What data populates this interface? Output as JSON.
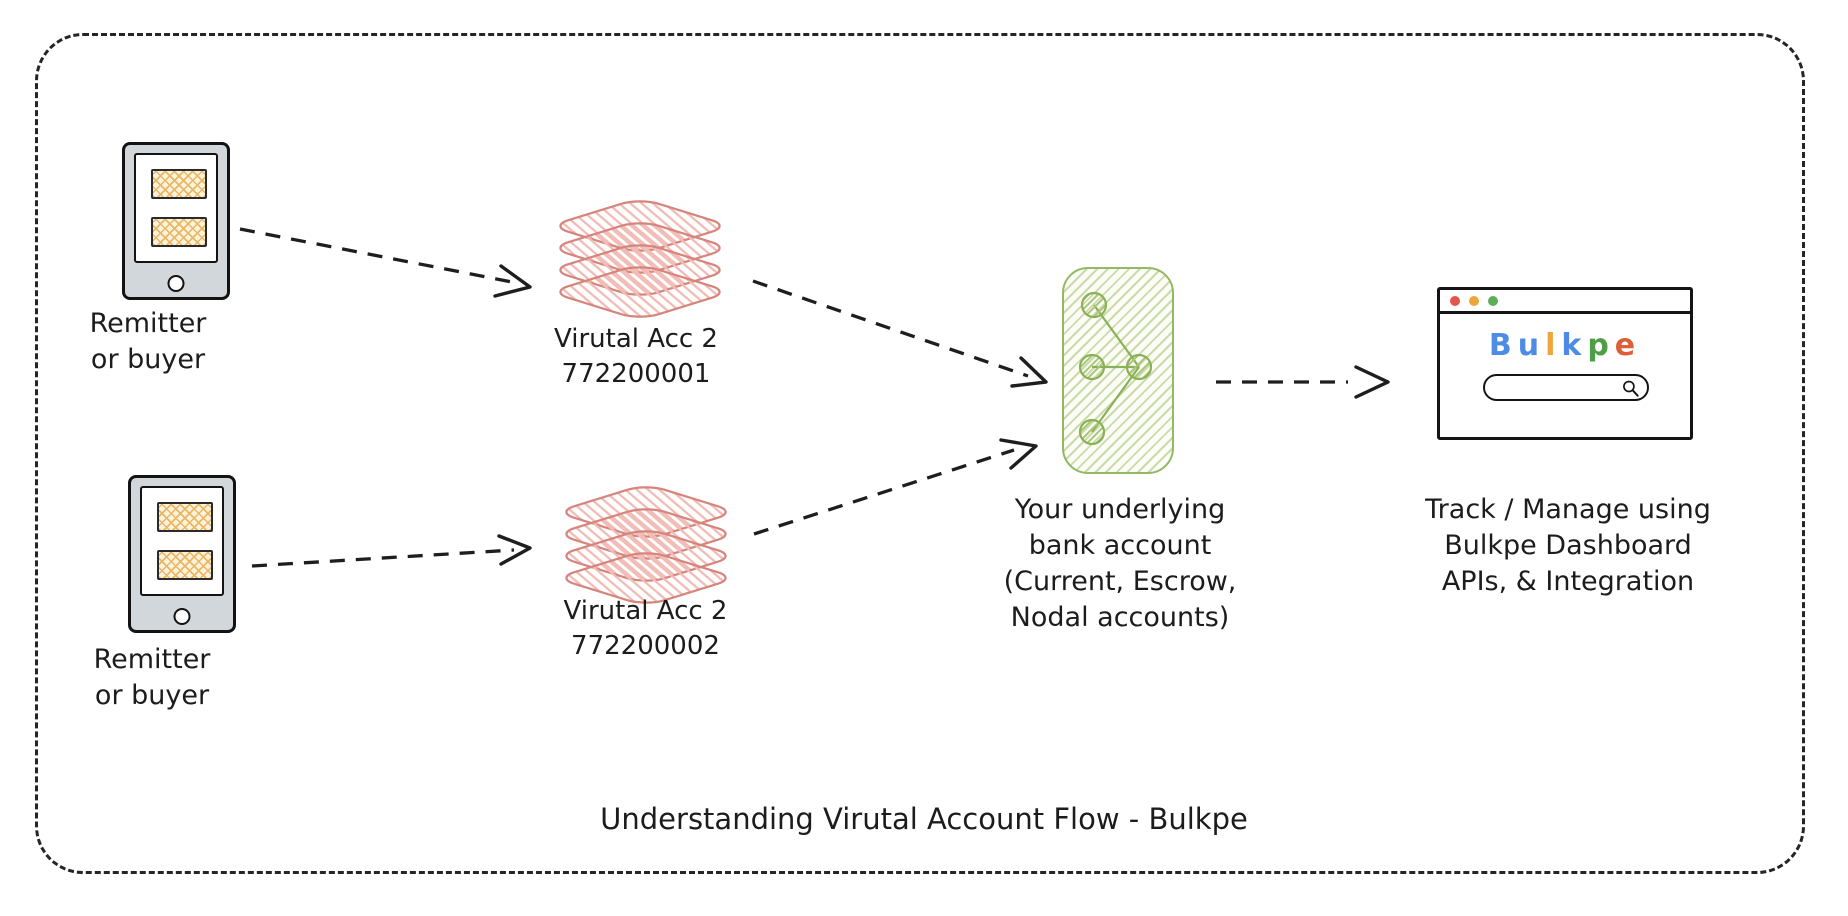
{
  "title": "Understanding Virutal Account Flow - Bulkpe",
  "remitters": [
    {
      "line1": "Remitter",
      "line2": "or buyer"
    },
    {
      "line1": "Remitter",
      "line2": "or buyer"
    }
  ],
  "virtual_accounts": [
    {
      "name": "Virutal Acc 2",
      "number": "772200001"
    },
    {
      "name": "Virutal Acc 2",
      "number": "772200002"
    }
  ],
  "bank_account": {
    "line1": "Your underlying",
    "line2": "bank account",
    "line3": "(Current, Escrow,",
    "line4": "Nodal accounts)"
  },
  "dashboard_caption": {
    "line1": "Track / Manage using",
    "line2": "Bulkpe Dashboard",
    "line3": "APIs, & Integration"
  },
  "browser": {
    "logo_letters": [
      {
        "char": "B",
        "color": "#4d8be4"
      },
      {
        "char": "u",
        "color": "#4d8be4"
      },
      {
        "char": "l",
        "color": "#f0a63a"
      },
      {
        "char": "k",
        "color": "#4d8be4"
      },
      {
        "char": "p",
        "color": "#4f9d45"
      },
      {
        "char": "e",
        "color": "#dc5f3a"
      }
    ],
    "traffic_light_colors": [
      "#e2564d",
      "#eca63c",
      "#5eae57"
    ]
  },
  "colors": {
    "virtual_account_stroke": "#d6857d",
    "virtual_account_hatch": "#f2bcb6",
    "bank_box_stroke": "#94b863",
    "phone_block_hatch": "#e9b763",
    "arrow": "#1e1e1e"
  }
}
